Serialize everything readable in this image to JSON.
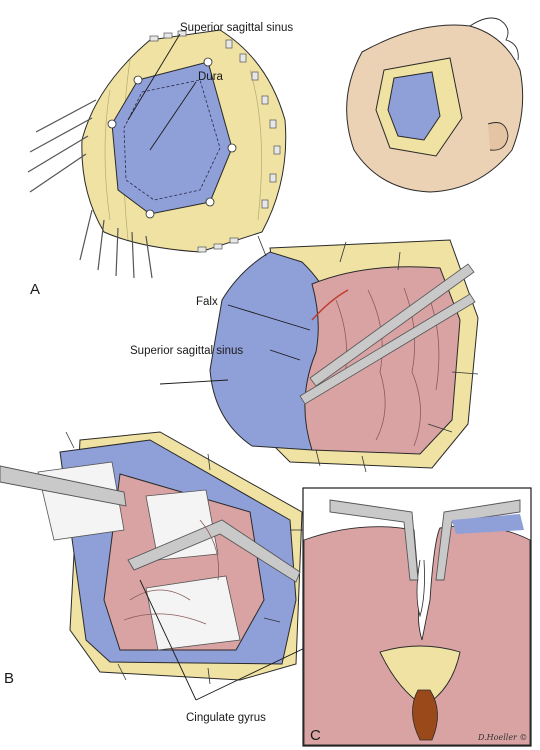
{
  "labels": {
    "superior_sagittal_sinus_top": "Superior sagittal sinus",
    "dura": "Dura",
    "falx": "Falx",
    "superior_sagittal_sinus_mid": "Superior sagittal sinus",
    "cingulate_gyrus": "Cingulate gyrus"
  },
  "panels": {
    "a": "A",
    "b": "B",
    "c": "C"
  },
  "signature": "D.Hoeller ©",
  "colors": {
    "dura_blue": "#8f9fd8",
    "bone_yellow": "#efe2a2",
    "brain_pink": "#d9a3a3",
    "skin": "#ecd2b4",
    "retractor_gray": "#c9c9c9",
    "cottonoid_white": "#f4f4f4"
  }
}
